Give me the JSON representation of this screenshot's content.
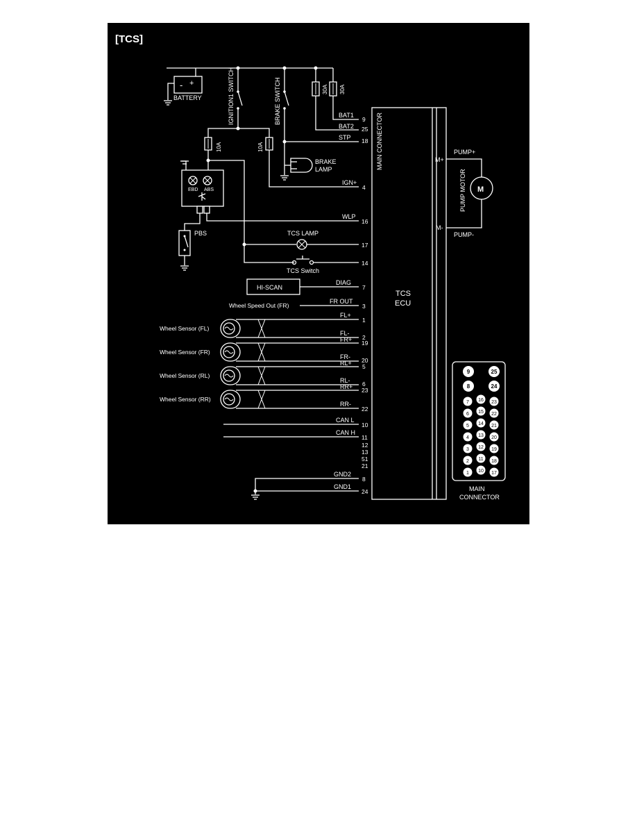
{
  "title": "[TCS]",
  "components": {
    "battery": "BATTERY",
    "battery_minus": "-",
    "battery_plus": "+",
    "ignition_switch": "IGNITION1 SWITCH",
    "brake_switch": "BRAKE SWITCH",
    "brake_lamp_line1": "BRAKE",
    "brake_lamp_line2": "LAMP",
    "fuse_30a_1": "30A",
    "fuse_30a_2": "30A",
    "fuse_10a_1": "10A",
    "fuse_10a_2": "10A",
    "ebd": "EBD",
    "abs": "ABS",
    "pbs": "PBS",
    "tcs_lamp": "TCS LAMP",
    "tcs_switch": "TCS Switch",
    "hi_scan": "HI-SCAN",
    "wheel_speed_out": "Wheel Speed Out (FR)",
    "main_connector": "MAIN CONNECTOR",
    "ecu_line1": "TCS",
    "ecu_line2": "ECU",
    "pump_motor": "PUMP MOTOR",
    "motor_symbol": "M",
    "m_plus": "M+",
    "m_minus": "M-",
    "pump_plus": "PUMP+",
    "pump_minus": "PUMP-",
    "connector_caption_line1": "MAIN",
    "connector_caption_line2": "CONNECTOR"
  },
  "wheel_sensors": [
    "Wheel Sensor (FL)",
    "Wheel Sensor (FR)",
    "Wheel Sensor (RL)",
    "Wheel Sensor (RR)"
  ],
  "signals": {
    "bat1": "BAT1",
    "bat2": "BAT2",
    "stp": "STP",
    "ign": "IGN+",
    "wlp": "WLP",
    "diag": "DIAG",
    "fr_out": "FR OUT",
    "fl_plus": "FL+",
    "fl_minus": "FL-",
    "fr_plus": "FR+",
    "fr_minus": "FR-",
    "rl_plus": "RL+",
    "rl_minus": "RL-",
    "rr_plus": "RR+",
    "rr_minus": "RR-",
    "can_l": "CAN L",
    "can_h": "CAN H",
    "gnd2": "GND2",
    "gnd1": "GND1"
  },
  "pins": {
    "p9": "9",
    "p25": "25",
    "p18": "18",
    "p4": "4",
    "p16": "16",
    "p17": "17",
    "p14": "14",
    "p7": "7",
    "p3": "3",
    "p1": "1",
    "p2": "2",
    "p19": "19",
    "p20": "20",
    "p5": "5",
    "p6": "6",
    "p23": "23",
    "p22": "22",
    "p10": "10",
    "p11": "11",
    "p12": "12",
    "p13": "13",
    "p51": "51",
    "p21": "21",
    "p8": "8",
    "p24": "24"
  },
  "connector_pins_large": [
    "9",
    "25",
    "8",
    "24"
  ],
  "connector_pins_small": [
    "7",
    "16",
    "23",
    "6",
    "15",
    "22",
    "5",
    "14",
    "21",
    "4",
    "13",
    "20",
    "3",
    "12",
    "19",
    "2",
    "11",
    "18",
    "1",
    "10",
    "17"
  ]
}
